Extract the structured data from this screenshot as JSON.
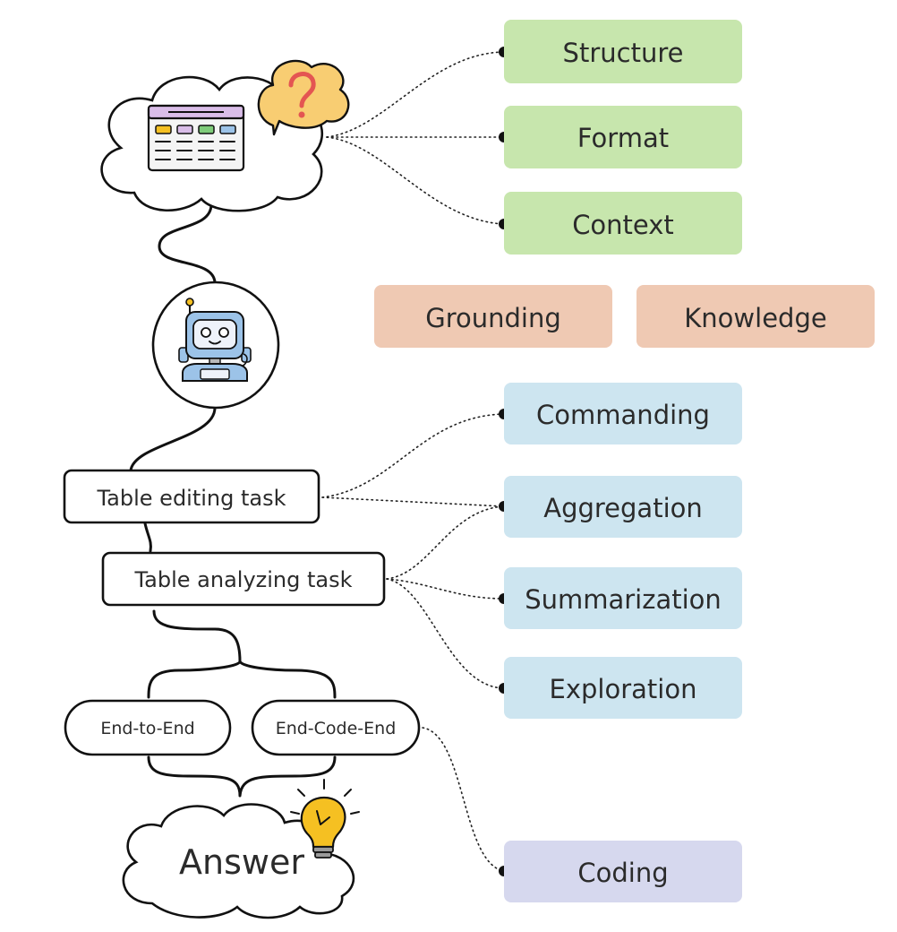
{
  "colors": {
    "feature_box": "#c7e6ad",
    "skill_box": "#efc9b3",
    "analysis_box": "#cde5f0",
    "coding_box": "#d6d8ee",
    "bulb": "#f5c022",
    "question_bubble": "#f8cd72",
    "question_mark": "#e45552",
    "robot_head": "#9cc3e8",
    "table_header": "#d9bde8"
  },
  "feature_boxes": [
    {
      "id": "structure",
      "label": "Structure"
    },
    {
      "id": "format",
      "label": "Format"
    },
    {
      "id": "context",
      "label": "Context"
    }
  ],
  "skill_boxes": [
    {
      "id": "grounding",
      "label": "Grounding"
    },
    {
      "id": "knowledge",
      "label": "Knowledge"
    }
  ],
  "analysis_boxes": [
    {
      "id": "commanding",
      "label": "Commanding"
    },
    {
      "id": "aggregation",
      "label": "Aggregation"
    },
    {
      "id": "summarization",
      "label": "Summarization"
    },
    {
      "id": "exploration",
      "label": "Exploration"
    }
  ],
  "coding_box": {
    "label": "Coding"
  },
  "tasks": {
    "editing": "Table editing task",
    "analyzing": "Table analyzing task"
  },
  "modes": {
    "end_to_end": "End-to-End",
    "end_code_end": "End-Code-End"
  },
  "answer": "Answer",
  "icons": {
    "question": "table-question-icon",
    "robot": "robot-icon",
    "bulb": "lightbulb-icon"
  }
}
